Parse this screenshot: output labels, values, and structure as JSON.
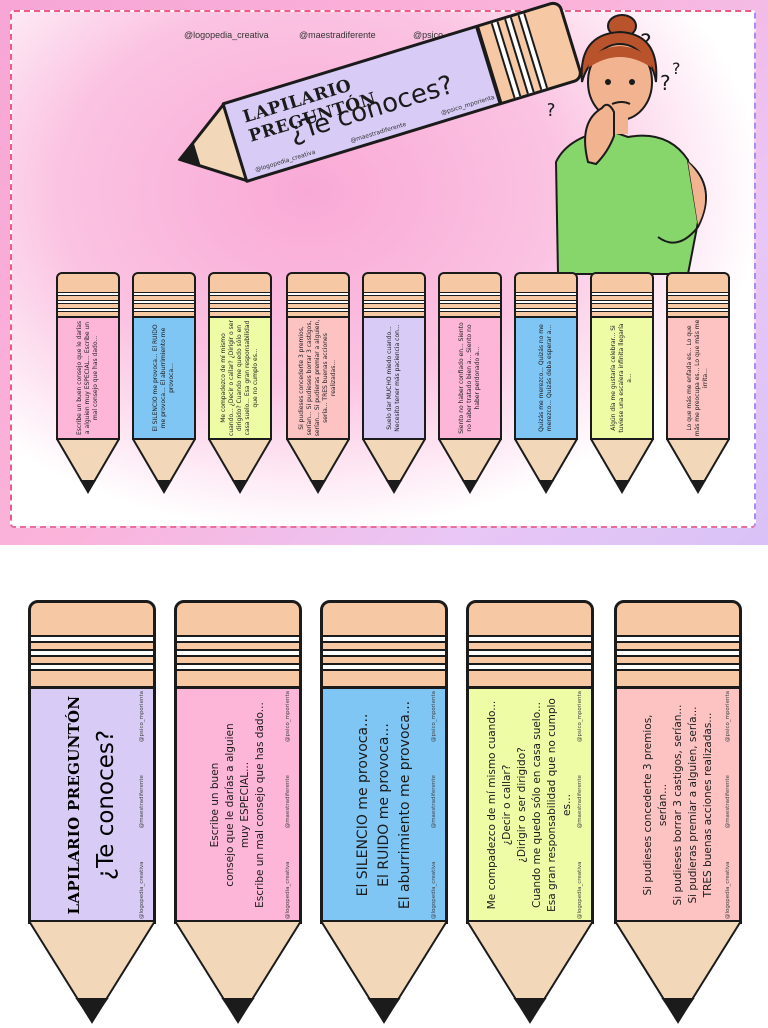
{
  "handles": [
    "@logopedia_creativa",
    "@maestradiferente",
    "@psico_mporienta"
  ],
  "big_pencil": {
    "title": "LAPILARIO PREGUNTÓN",
    "subtitle": "¿Te conoces?",
    "handles": [
      "@logopedia_creativa",
      "@maestradiferente",
      "@psico_mporienta"
    ]
  },
  "small_pencils": [
    {
      "color": "#fdb6d8",
      "text": "Escribe un buen consejo que le darías a alguien muy ESPECIAL... Escribe un mal consejo que has dado..."
    },
    {
      "color": "#7fc6f5",
      "text": "El SILENCIO me provoca... El RUIDO me provoca... El aburrimiento me provoca..."
    },
    {
      "color": "#eefca6",
      "text": "Me compadezco de mí mismo cuando... ¿Decir o callar? ¿Dirigir o ser dirigido? Cuando me quedo sólo en casa suelo... Esa gran responsabilidad que no cumplo es..."
    },
    {
      "color": "#fdc3c3",
      "text": "Si pudieses concederte 3 premios, serían... Si pudieses borrar 3 castigos, serían... Si pudieras premiar a alguien, sería... TRES buenas acciones realizadas..."
    },
    {
      "color": "#d8ccf7",
      "text": "Suelo dar MUCHO miedo cuando... Necesito tener más paciencia con..."
    },
    {
      "color": "#fdb6d8",
      "text": "Siento no haber confiado en... Siento no haber tratado bien a... Siento no haber perdonado a..."
    },
    {
      "color": "#7fc6f5",
      "text": "Quizás me merezco... Quizás no me merezco... Quizás deba esperar a..."
    },
    {
      "color": "#eefca6",
      "text": "Algún día me gustaría celebrar... Si tuviese una escalera infinita llegaría a..."
    },
    {
      "color": "#fdc3c3",
      "text": "Lo que más me enfada es... Lo que más me preocupa es... Lo que más me irrita..."
    }
  ],
  "large_pencils": [
    {
      "color": "#d8ccf7",
      "title": "LAPILARIO PREGUNTÓN",
      "subtitle": "¿Te conoces?"
    },
    {
      "color": "#fdb6d8",
      "lines": [
        "Escribe un buen",
        "consejo que le darías a alguien",
        "muy ESPECIAL...",
        "Escribe un mal consejo que has dado..."
      ]
    },
    {
      "color": "#7fc6f5",
      "lines": [
        "El SILENCIO me provoca...",
        "El RUIDO me provoca...",
        "El aburrimiento me provoca..."
      ]
    },
    {
      "color": "#eefca6",
      "lines": [
        "Me compadezco de mí mismo cuando...",
        "¿Decir o callar?",
        "¿Dirigir o ser dirigido?",
        "Cuando me quedo sólo en casa suelo...",
        "Esa gran responsabilidad que no cumplo es..."
      ]
    },
    {
      "color": "#fdc3c3",
      "lines": [
        "Si pudieses concederte 3 premios, serían...",
        "Si pudieses borrar 3 castigos, serían...",
        "Si pudieras premiar a alguien, sería...",
        "TRES buenas acciones realizadas..."
      ]
    }
  ]
}
